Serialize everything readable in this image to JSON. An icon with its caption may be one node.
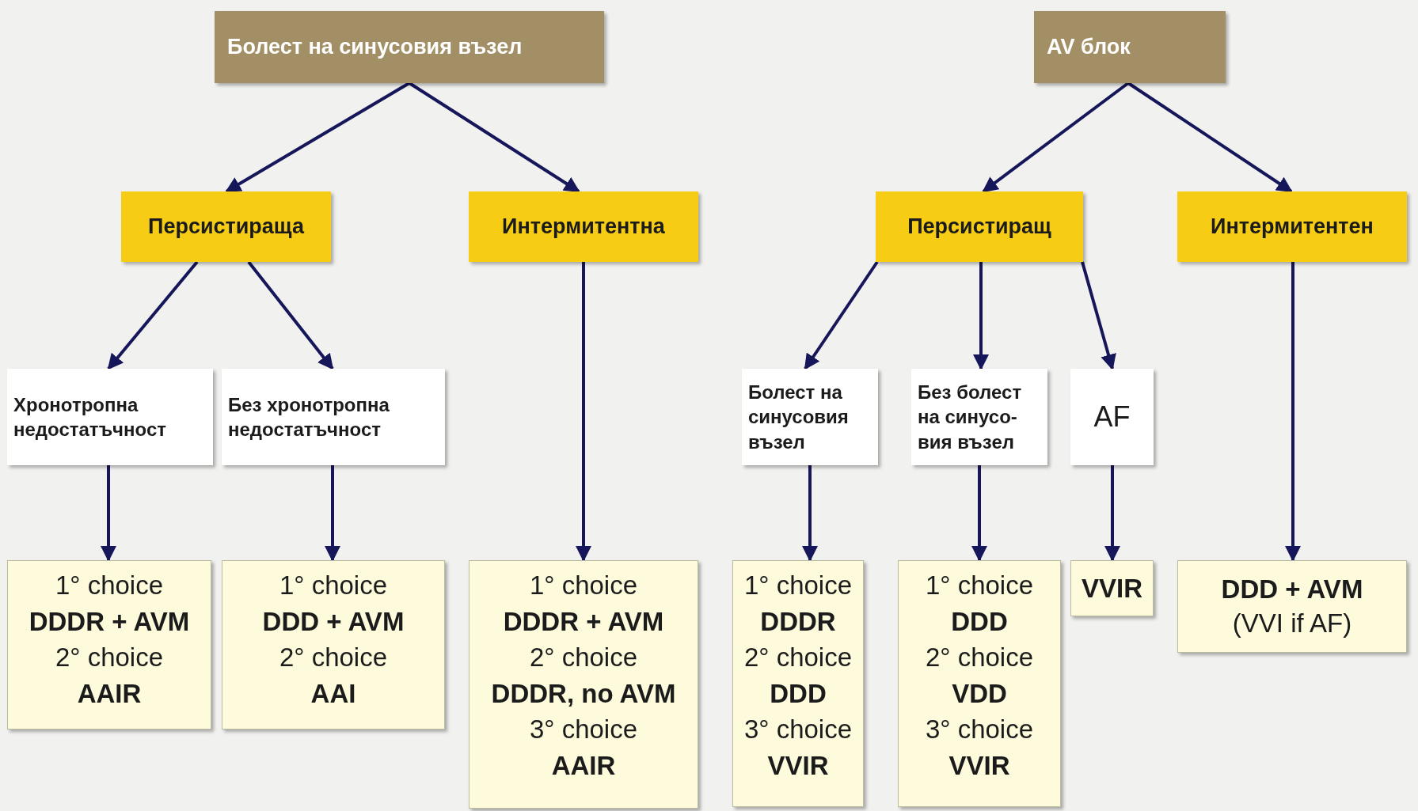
{
  "diagram": {
    "nodes": [
      {
        "text": [
          "Болест на синусовия възел"
        ]
      },
      {
        "text": [
          "AV блок"
        ]
      },
      {
        "text": [
          "Персистираща"
        ]
      },
      {
        "text": [
          "Интермитентна"
        ]
      },
      {
        "text": [
          "Персистиращ"
        ]
      },
      {
        "text": [
          "Интермитентен"
        ]
      },
      {
        "text": [
          "Хронотропна недостатъчност"
        ]
      },
      {
        "text": [
          "Без хронотропна недостатъчност"
        ]
      },
      {
        "text": [
          "Болест на синусовия възел"
        ]
      },
      {
        "text": [
          "Без болест на синусо- вия възел"
        ]
      },
      {
        "text": [
          "AF"
        ]
      },
      {
        "text": [
          "1° choice",
          "DDDR + AVM",
          "2° choice",
          "AAIR"
        ]
      },
      {
        "text": [
          "1° choice",
          "DDD + AVM",
          "2° choice",
          "AAI"
        ]
      },
      {
        "text": [
          "1° choice",
          "DDDR + AVM",
          "2° choice",
          "DDDR, no AVM",
          "3° choice",
          "AAIR"
        ]
      },
      {
        "text": [
          "1° choice",
          "DDDR",
          "2° choice",
          "DDD",
          "3° choice",
          "VVIR"
        ]
      },
      {
        "text": [
          "1° choice",
          "DDD",
          "2° choice",
          "VDD",
          "3° choice",
          "VVIR"
        ]
      },
      {
        "text": [
          "VVIR"
        ]
      },
      {
        "text": [
          "DDD + AVM",
          "(VVI if AF)"
        ]
      }
    ],
    "edges": [
      {
        "from": 0,
        "to": 2,
        "arrow": "to"
      },
      {
        "from": 0,
        "to": 3,
        "arrow": "to"
      },
      {
        "from": 1,
        "to": 4,
        "arrow": "to"
      },
      {
        "from": 1,
        "to": 5,
        "arrow": "to"
      },
      {
        "from": 2,
        "to": 6,
        "arrow": "to"
      },
      {
        "from": 2,
        "to": 7,
        "arrow": "to"
      },
      {
        "from": 3,
        "to": 13,
        "arrow": "to"
      },
      {
        "from": 4,
        "to": 8,
        "arrow": "to"
      },
      {
        "from": 4,
        "to": 9,
        "arrow": "to"
      },
      {
        "from": 4,
        "to": 10,
        "arrow": "to"
      },
      {
        "from": 5,
        "to": 17,
        "arrow": "to"
      },
      {
        "from": 6,
        "to": 11,
        "arrow": "to"
      },
      {
        "from": 7,
        "to": 12,
        "arrow": "to"
      },
      {
        "from": 8,
        "to": 14,
        "arrow": "to"
      },
      {
        "from": 9,
        "to": 15,
        "arrow": "to"
      },
      {
        "from": 10,
        "to": 16,
        "arrow": "to"
      }
    ]
  }
}
